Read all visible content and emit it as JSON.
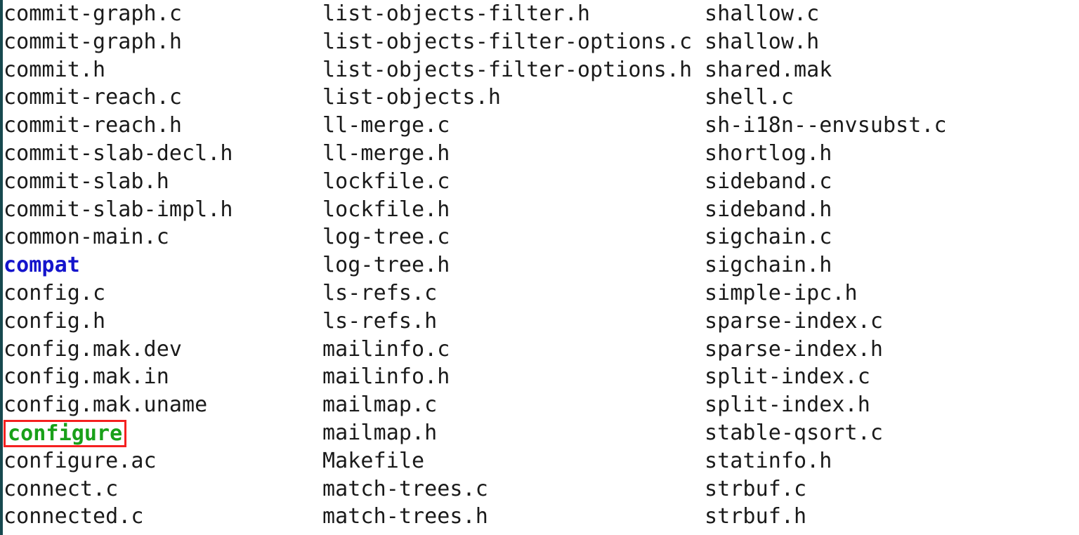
{
  "terminal": {
    "background_color": "#ffffff",
    "text_color": "#1a1a1a",
    "edge_stripe_color": "#17494f",
    "directory_color": "#1414cc",
    "executable_color": "#19a019",
    "annotation_box_color": "#f52020",
    "columns": [
      {
        "name": "column-1",
        "entries": [
          {
            "label": "commit-graph.c",
            "kind": "file"
          },
          {
            "label": "commit-graph.h",
            "kind": "file"
          },
          {
            "label": "commit.h",
            "kind": "file"
          },
          {
            "label": "commit-reach.c",
            "kind": "file"
          },
          {
            "label": "commit-reach.h",
            "kind": "file"
          },
          {
            "label": "commit-slab-decl.h",
            "kind": "file"
          },
          {
            "label": "commit-slab.h",
            "kind": "file"
          },
          {
            "label": "commit-slab-impl.h",
            "kind": "file"
          },
          {
            "label": "common-main.c",
            "kind": "file"
          },
          {
            "label": "compat",
            "kind": "directory"
          },
          {
            "label": "config.c",
            "kind": "file"
          },
          {
            "label": "config.h",
            "kind": "file"
          },
          {
            "label": "config.mak.dev",
            "kind": "file"
          },
          {
            "label": "config.mak.in",
            "kind": "file"
          },
          {
            "label": "config.mak.uname",
            "kind": "file"
          },
          {
            "label": "configure",
            "kind": "executable",
            "annotated": true
          },
          {
            "label": "configure.ac",
            "kind": "file"
          },
          {
            "label": "connect.c",
            "kind": "file"
          },
          {
            "label": "connected.c",
            "kind": "file"
          }
        ]
      },
      {
        "name": "column-2",
        "entries": [
          {
            "label": "list-objects-filter.h",
            "kind": "file"
          },
          {
            "label": "list-objects-filter-options.c",
            "kind": "file"
          },
          {
            "label": "list-objects-filter-options.h",
            "kind": "file"
          },
          {
            "label": "list-objects.h",
            "kind": "file"
          },
          {
            "label": "ll-merge.c",
            "kind": "file"
          },
          {
            "label": "ll-merge.h",
            "kind": "file"
          },
          {
            "label": "lockfile.c",
            "kind": "file"
          },
          {
            "label": "lockfile.h",
            "kind": "file"
          },
          {
            "label": "log-tree.c",
            "kind": "file"
          },
          {
            "label": "log-tree.h",
            "kind": "file"
          },
          {
            "label": "ls-refs.c",
            "kind": "file"
          },
          {
            "label": "ls-refs.h",
            "kind": "file"
          },
          {
            "label": "mailinfo.c",
            "kind": "file"
          },
          {
            "label": "mailinfo.h",
            "kind": "file"
          },
          {
            "label": "mailmap.c",
            "kind": "file"
          },
          {
            "label": "mailmap.h",
            "kind": "file"
          },
          {
            "label": "Makefile",
            "kind": "file"
          },
          {
            "label": "match-trees.c",
            "kind": "file"
          },
          {
            "label": "match-trees.h",
            "kind": "file"
          }
        ]
      },
      {
        "name": "column-3",
        "entries": [
          {
            "label": "shallow.c",
            "kind": "file"
          },
          {
            "label": "shallow.h",
            "kind": "file"
          },
          {
            "label": "shared.mak",
            "kind": "file"
          },
          {
            "label": "shell.c",
            "kind": "file"
          },
          {
            "label": "sh-i18n--envsubst.c",
            "kind": "file"
          },
          {
            "label": "shortlog.h",
            "kind": "file"
          },
          {
            "label": "sideband.c",
            "kind": "file"
          },
          {
            "label": "sideband.h",
            "kind": "file"
          },
          {
            "label": "sigchain.c",
            "kind": "file"
          },
          {
            "label": "sigchain.h",
            "kind": "file"
          },
          {
            "label": "simple-ipc.h",
            "kind": "file"
          },
          {
            "label": "sparse-index.c",
            "kind": "file"
          },
          {
            "label": "sparse-index.h",
            "kind": "file"
          },
          {
            "label": "split-index.c",
            "kind": "file"
          },
          {
            "label": "split-index.h",
            "kind": "file"
          },
          {
            "label": "stable-qsort.c",
            "kind": "file"
          },
          {
            "label": "statinfo.h",
            "kind": "file"
          },
          {
            "label": "strbuf.c",
            "kind": "file"
          },
          {
            "label": "strbuf.h",
            "kind": "file"
          }
        ]
      }
    ]
  }
}
